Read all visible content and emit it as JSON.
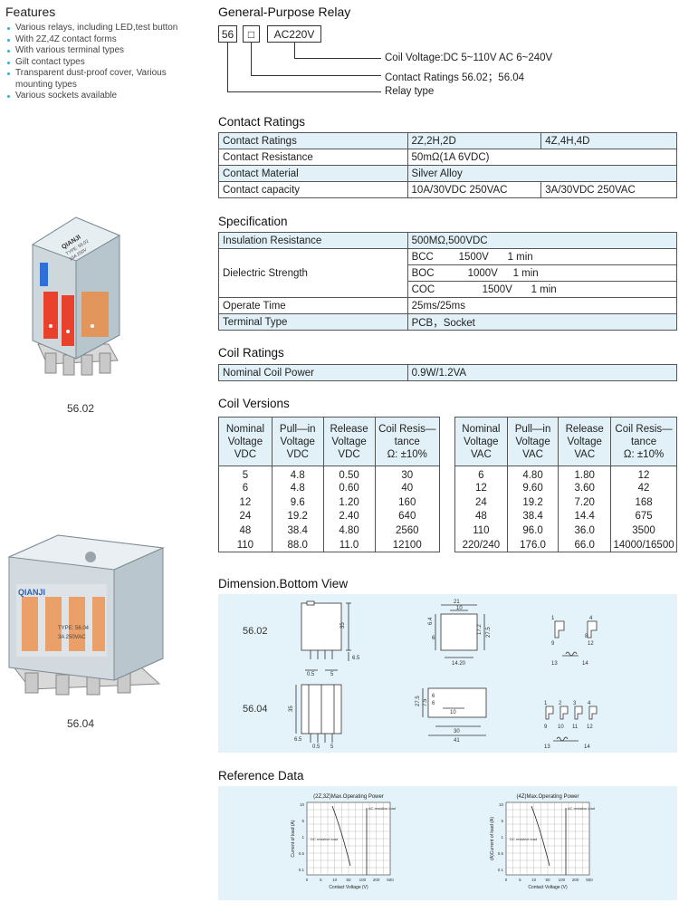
{
  "features": {
    "title": "Features",
    "items": [
      "Various relays, including LED,test button",
      "With 2Z,4Z contact forms",
      "With various terminal types",
      "Gilt contact types",
      "Transparent dust-proof cover, Various mounting types",
      "Various sockets available"
    ]
  },
  "products": [
    {
      "caption": "56.02",
      "brand": "QIANJI",
      "type_text": "TYPE: 56.02",
      "rating_text": "10A 250V"
    },
    {
      "caption": "56.04",
      "brand": "QIANJI",
      "type_text": "TYPE: 56.04",
      "rating_text": "3A 250VAC"
    }
  ],
  "general": {
    "title": "General-Purpose Relay",
    "code_boxes": [
      "56",
      "□",
      "AC220V"
    ],
    "labels": [
      "Coil Voltage:DC 5~110V  AC 6~240V",
      "Contact Ratings  56.02；56.04",
      "Relay type"
    ]
  },
  "contact_ratings": {
    "title": "Contact Ratings",
    "rows": [
      [
        "Contact Ratings",
        "2Z,2H,2D",
        "4Z,4H,4D"
      ],
      [
        "Contact Resistance",
        "50mΩ(1A 6VDC)"
      ],
      [
        "Contact Material",
        "Silver Alloy"
      ],
      [
        "Contact capacity",
        "10A/30VDC  250VAC",
        "3A/30VDC  250VAC"
      ]
    ]
  },
  "specification": {
    "title": "Specification",
    "insulation": [
      "Insulation Resistance",
      "500MΩ,500VDC"
    ],
    "dielectric_label": "Dielectric Strength",
    "dielectric": [
      {
        "name": "BCC",
        "voltage": "1500V",
        "time": "1 min"
      },
      {
        "name": "BOC",
        "voltage": "1000V",
        "time": "1 min"
      },
      {
        "name": "COC",
        "voltage": "1500V",
        "time": "1 min"
      }
    ],
    "operate": [
      "Operate Time",
      "25ms/25ms"
    ],
    "terminal": [
      "Terminal Type",
      "PCB，Socket"
    ]
  },
  "coil_ratings": {
    "title": "Coil Ratings",
    "rows": [
      [
        "Nominal Coil Power",
        "0.9W/1.2VA"
      ]
    ]
  },
  "coil_versions": {
    "title": "Coil Versions",
    "dc": {
      "headers": [
        [
          "Nominal",
          "Voltage",
          "VDC"
        ],
        [
          "Pull—in",
          "Voltage",
          "VDC"
        ],
        [
          "Release",
          "Voltage",
          "VDC"
        ],
        [
          "Coil Resis—",
          "tance",
          "Ω: ±10%"
        ]
      ],
      "rows": [
        [
          "5",
          "4.8",
          "0.50",
          "30"
        ],
        [
          "6",
          "4.8",
          "0.60",
          "40"
        ],
        [
          "12",
          "9.6",
          "1.20",
          "160"
        ],
        [
          "24",
          "19.2",
          "2.40",
          "640"
        ],
        [
          "48",
          "38.4",
          "4.80",
          "2560"
        ],
        [
          "110",
          "88.0",
          "11.0",
          "12100"
        ]
      ]
    },
    "ac": {
      "headers": [
        [
          "Nominal",
          "Voltage",
          "VAC"
        ],
        [
          "Pull—in",
          "Voltage",
          "VAC"
        ],
        [
          "Release",
          "Voltage",
          "VAC"
        ],
        [
          "Coil Resis—",
          "tance",
          "Ω: ±10%"
        ]
      ],
      "rows": [
        [
          "6",
          "4.80",
          "1.80",
          "12"
        ],
        [
          "12",
          "9.60",
          "3.60",
          "42"
        ],
        [
          "24",
          "19.2",
          "7.20",
          "168"
        ],
        [
          "48",
          "38.4",
          "14.4",
          "675"
        ],
        [
          "110",
          "96.0",
          "36.0",
          "3500"
        ],
        [
          "220/240",
          "176.0",
          "66.0",
          "14000/16500"
        ]
      ]
    }
  },
  "dimension": {
    "title": "Dimension.Bottom View",
    "labels": [
      "56.02",
      "56.04"
    ],
    "dims_0202": {
      "height": "35",
      "pin": "6.5",
      "pitch_a": "0.5",
      "pitch_b": "5"
    },
    "dims_top_02": {
      "w1": "21",
      "w2": "10",
      "h1": "6.4",
      "h2": "6",
      "h3": "17.2",
      "h4": "27.5",
      "w3": "14.20"
    },
    "dims_04": {
      "height": "35",
      "pin": "6.5",
      "pitch_a": "0.5",
      "pitch_b": "5"
    },
    "dims_top_04": {
      "h1": "27.5",
      "h2": "7.5",
      "h3": "6",
      "h4": "6",
      "w1": "10",
      "w2": "30",
      "w3": "41"
    },
    "pins_02": [
      "1",
      "4",
      "9",
      "8",
      "12",
      "13",
      "14"
    ],
    "pins_04": [
      "1",
      "2",
      "3",
      "4",
      "9",
      "10",
      "11",
      "12",
      "13",
      "14"
    ]
  },
  "reference": {
    "title": "Reference Data",
    "charts": [
      {
        "title": "(2Z,3Z)Max.Operating Power",
        "xlabel": "Contact Voltage (V)",
        "ylabel": "Current of load (A)",
        "ac_label": "AC resistive load",
        "dc_label": "DC resistive load"
      },
      {
        "title": "(4Z)Max.Operating Power",
        "xlabel": "Contact Voltage (V)",
        "ylabel": "(A)Current of load (A)",
        "ac_label": "AC resistive load",
        "dc_label": "DC resistive load"
      }
    ],
    "x_ticks": [
      "0",
      "5",
      "10",
      "50",
      "100",
      "200",
      "500"
    ],
    "y_ticks": [
      "10",
      "5",
      "1",
      "0.5",
      "0.1"
    ]
  }
}
